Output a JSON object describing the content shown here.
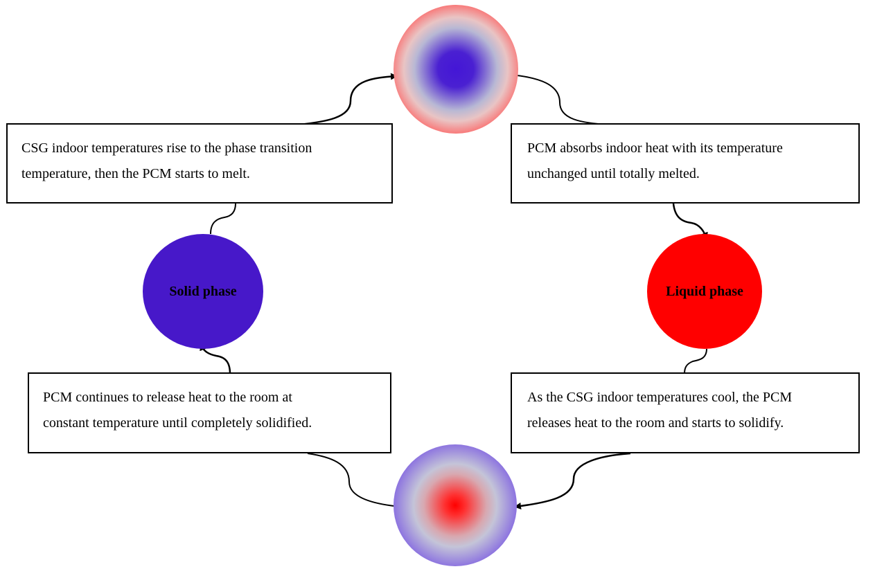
{
  "boxes": {
    "top_left": {
      "line1": "CSG indoor temperatures rise to the phase transition",
      "line2": "temperature, then the PCM starts to melt."
    },
    "top_right": {
      "line1": "PCM absorbs indoor heat with its temperature",
      "line2": "unchanged until totally melted."
    },
    "bottom_left": {
      "line1": "PCM continues to release heat to the room at",
      "line2": "constant temperature until completely solidified."
    },
    "bottom_right": {
      "line1": "As the CSG indoor temperatures cool, the PCM",
      "line2": "releases heat to the room and starts to solidify."
    }
  },
  "nodes": {
    "solid_phase": "Solid phase",
    "liquid_phase": "Liquid phase"
  },
  "colors": {
    "solid": "#4718c9",
    "liquid": "#ff0000",
    "connector": "#000000"
  }
}
